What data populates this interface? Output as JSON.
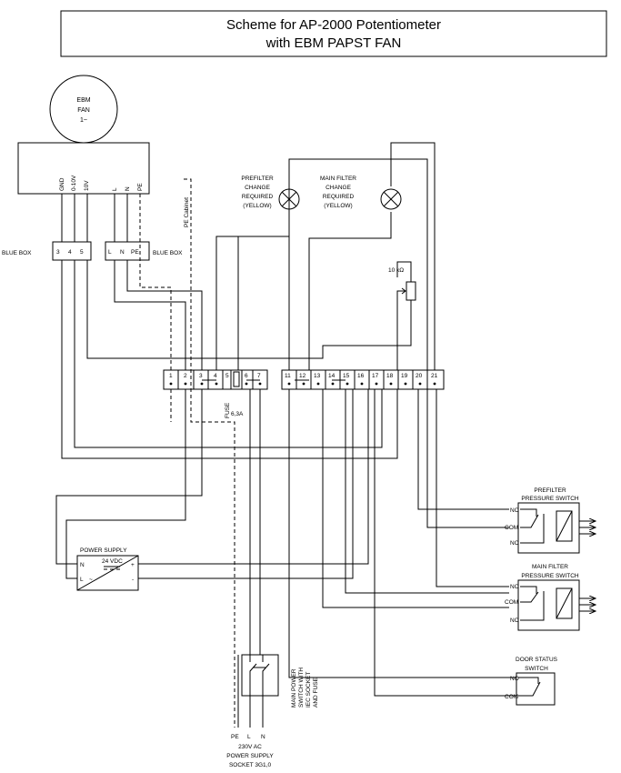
{
  "title": {
    "line1": "Scheme for AP-2000 Potentiometer",
    "line2": "with EBM PAPST FAN"
  },
  "fan": {
    "line1": "EBM",
    "line2": "FAN",
    "line3": "1~"
  },
  "fan_terminals": [
    "GND",
    "0-10V",
    "10V",
    "L",
    "N",
    "PE"
  ],
  "blue_box_left": {
    "label": "BLUE BOX",
    "terminals": [
      "3",
      "4",
      "5"
    ]
  },
  "blue_box_right": {
    "label": "BLUE BOX",
    "terminals": [
      "L",
      "N",
      "PE"
    ]
  },
  "pe_cabinet": "PE Cabinet",
  "lamp_prefilter": [
    "PREFILTER",
    "CHANGE",
    "REQUIRED",
    "(YELLOW)"
  ],
  "lamp_mainfilter": [
    "MAIN FILTER",
    "CHANGE",
    "REQUIRED",
    "(YELLOW)"
  ],
  "potentiometer": "10 kΩ",
  "terminal_strip": [
    "1",
    "2",
    "3",
    "4",
    "5",
    "6",
    "7",
    "11",
    "12",
    "13",
    "14",
    "15",
    "16",
    "17",
    "18",
    "19",
    "20",
    "21"
  ],
  "fuse": {
    "label": "FUSE",
    "rating": "6,3A"
  },
  "power_supply": {
    "title": "POWER SUPPLY",
    "voltage": "24 VDC",
    "pin_n": "N",
    "pin_l": "L",
    "tilde": "~",
    "plus": "+",
    "minus": "-"
  },
  "prefilter_switch": {
    "title1": "PREFILTER",
    "title2": "PRESSURE SWITCH",
    "no": "NO",
    "com": "COM",
    "nc": "NC"
  },
  "mainfilter_switch": {
    "title1": "MAIN FILTER",
    "title2": "PRESSURE SWITCH",
    "no": "NO",
    "com": "COM",
    "nc": "NC"
  },
  "door_switch": {
    "title1": "DOOR  STATUS",
    "title2": "SWITCH",
    "no": "NO",
    "com": "COM"
  },
  "main_power_switch": [
    "MAIN POWER",
    "SWITCH WITH",
    "IEC SOCKET",
    "AND FUSE"
  ],
  "supply": {
    "pe": "PE",
    "l": "L",
    "n": "N",
    "line1": "230V AC",
    "line2": "POWER SUPPLY",
    "line3": "SOCKET 3G1,0"
  }
}
